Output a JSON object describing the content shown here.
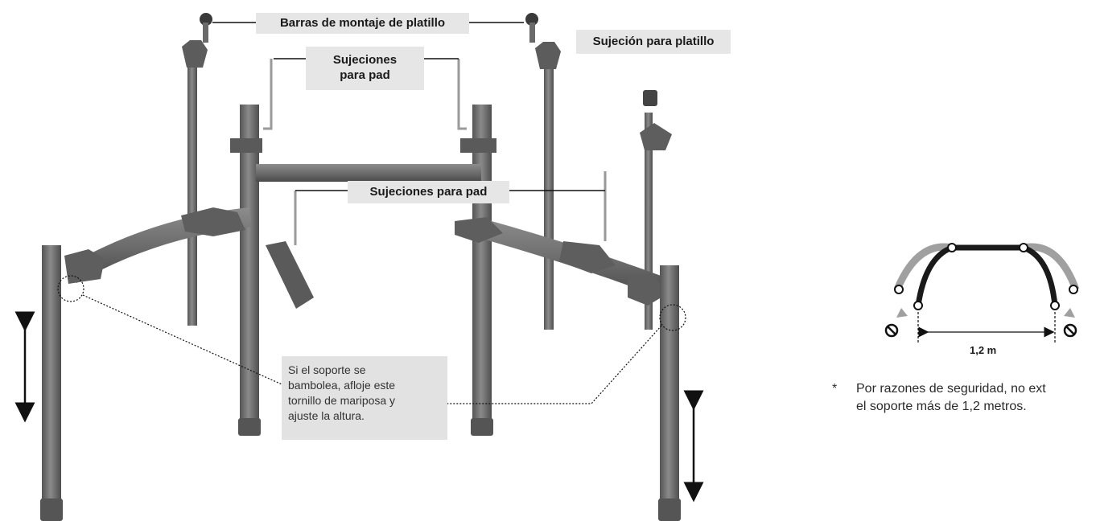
{
  "labels": {
    "cymbal_bars": "Barras de montaje de platillo",
    "pad_holders_top_line1": "Sujeciones",
    "pad_holders_top_line2": "para pad",
    "pad_holders_mid": "Sujeciones para pad",
    "cymbal_holder": "Sujeción para platillo"
  },
  "note": {
    "line1": "Si el soporte se",
    "line2": "bambolea, afloje este",
    "line3": "tornillo de mariposa y",
    "line4": "ajuste la altura."
  },
  "spread_diagram": {
    "dimension": "1,2 m"
  },
  "footnote": {
    "marker": "*",
    "line1": "Por razones de seguridad, no ext",
    "line2": "el soporte más de 1,2 metros."
  },
  "colors": {
    "tube": "#6a6a6a",
    "tube_dark": "#4a4a4a",
    "label_bg": "#e6e6e6",
    "arc_light": "#9a9a9a",
    "arc_dark": "#1a1a1a"
  }
}
